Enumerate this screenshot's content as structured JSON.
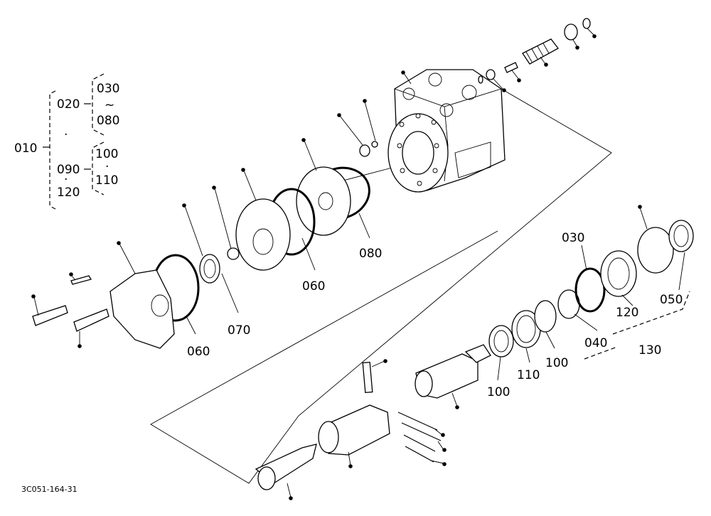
{
  "legend": {
    "root": "010",
    "group_a": "020",
    "group_a_children": [
      "030",
      "~",
      "080"
    ],
    "group_b": "090",
    "group_b_children": [
      "100",
      "·",
      "110"
    ],
    "group_c": "120",
    "separator": "·"
  },
  "callouts": {
    "c060_left": "060",
    "c070": "070",
    "c060_mid": "060",
    "c080": "080",
    "c030": "030",
    "c040": "040",
    "c050": "050",
    "c100_a": "100",
    "c100_b": "100",
    "c110": "110",
    "c120": "120",
    "c130": "130"
  },
  "figure_code": "3C051-164-31"
}
